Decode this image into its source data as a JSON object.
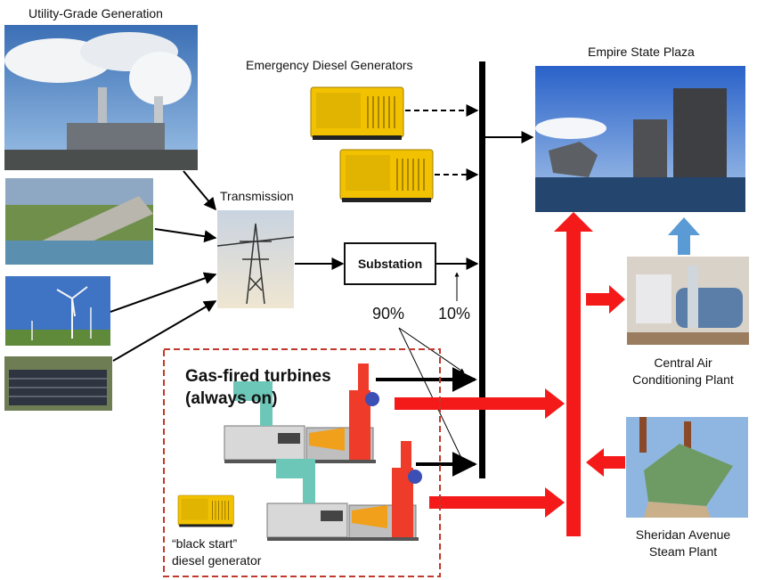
{
  "labels": {
    "utility_generation": "Utility-Grade Generation",
    "emergency_diesel": "Emergency Diesel Generators",
    "transmission": "Transmission",
    "substation": "Substation",
    "empire_state_plaza": "Empire State Plaza",
    "central_air_line1": "Central Air",
    "central_air_line2": "Conditioning Plant",
    "sheridan_line1": "Sheridan Avenue",
    "sheridan_line2": "Steam Plant",
    "gas_turbines_line1": "Gas-fired turbines",
    "gas_turbines_line2": "(always on)",
    "black_start_line1": "“black start”",
    "black_start_line2": "diesel generator",
    "pct_90": "90%",
    "pct_10": "10%"
  },
  "colors": {
    "red_flow": "#f41a1a",
    "blue_flow": "#5b9bd5",
    "dashed_box": "#c0392b",
    "generator_yellow": "#f2c200"
  }
}
